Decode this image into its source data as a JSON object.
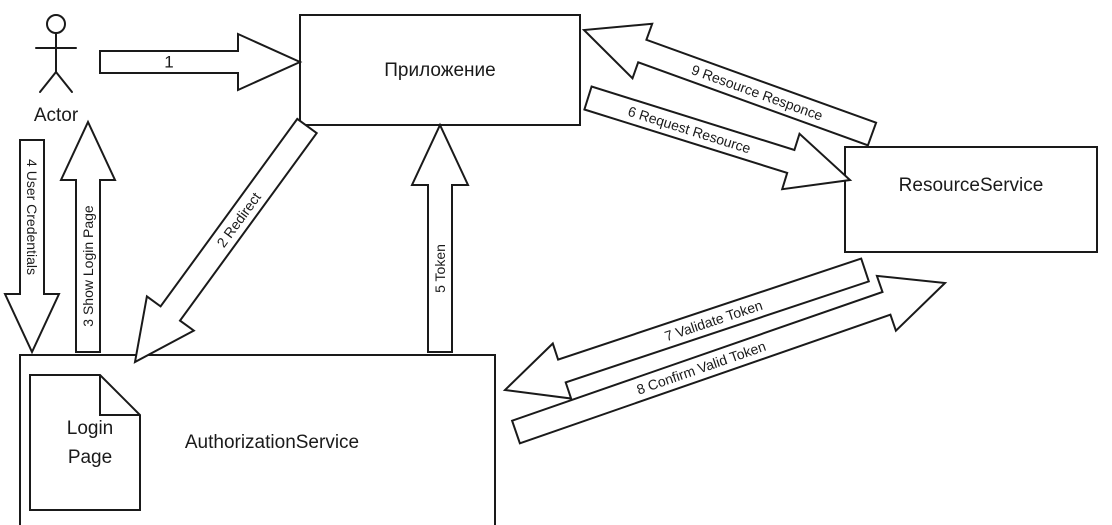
{
  "actor": {
    "label": "Actor"
  },
  "nodes": {
    "app": {
      "label": "Приложение"
    },
    "resource_service": {
      "label": "ResourceService"
    },
    "authorization_service": {
      "label": "AuthorizationService"
    },
    "login_page": {
      "line1": "Login",
      "line2": "Page"
    }
  },
  "flows": [
    {
      "id": "1",
      "label": "1"
    },
    {
      "id": "2",
      "label": "2 Redirect"
    },
    {
      "id": "3",
      "label": "3 Show Login Page"
    },
    {
      "id": "4",
      "label": "4 User Credentials"
    },
    {
      "id": "5",
      "label": "5 Token"
    },
    {
      "id": "6",
      "label": "6 Request Resource"
    },
    {
      "id": "7",
      "label": "7 Validate Token"
    },
    {
      "id": "8",
      "label": "8 Confirm Valid Token"
    },
    {
      "id": "9",
      "label": "9 Resource Responce"
    }
  ]
}
